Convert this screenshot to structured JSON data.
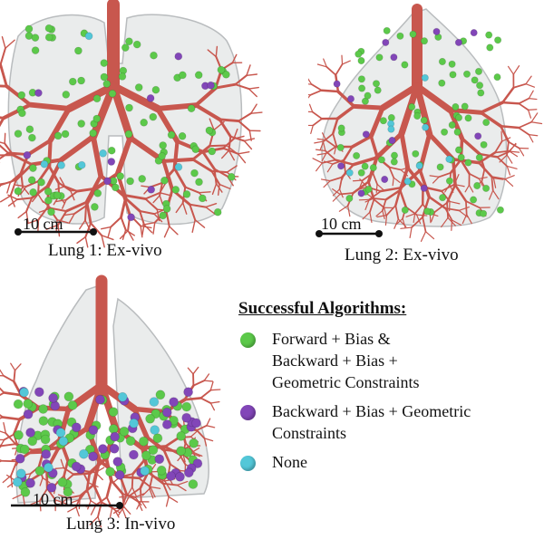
{
  "colors": {
    "green": "#5cc94a",
    "purple": "#8246b8",
    "cyan": "#53c7d8",
    "airway": "#c8574e",
    "lung": "#d9dcdd"
  },
  "panels": [
    {
      "id": "lung1",
      "caption": "Lung 1: Ex-vivo",
      "scale_label": "10 cm"
    },
    {
      "id": "lung2",
      "caption": "Lung 2: Ex-vivo",
      "scale_label": "10 cm"
    },
    {
      "id": "lung3",
      "caption": "Lung 3: In-vivo",
      "scale_label": "10 cm"
    }
  ],
  "legend": {
    "title": "Successful Algorithms:",
    "items": [
      {
        "color_key": "green",
        "lines": [
          "Forward + Bias &",
          "Backward + Bias +",
          "Geometric Constraints"
        ]
      },
      {
        "color_key": "purple",
        "lines": [
          "Backward + Bias + Geometric",
          "Constraints"
        ]
      },
      {
        "color_key": "cyan",
        "lines": [
          "None"
        ]
      }
    ]
  }
}
